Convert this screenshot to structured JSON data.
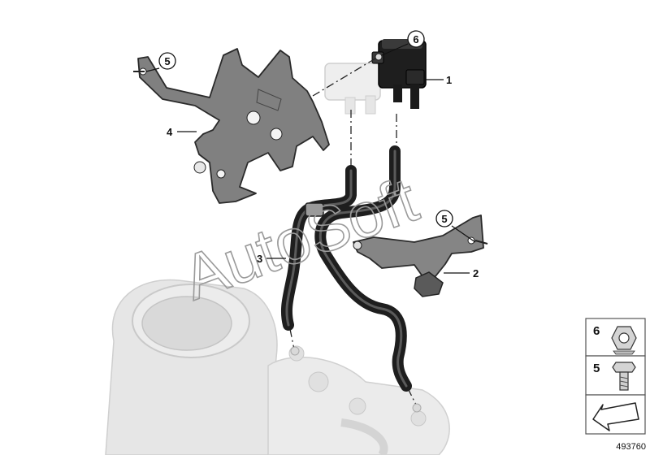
{
  "callouts": {
    "c1": "1",
    "c2": "2",
    "c3": "3",
    "c4": "4",
    "c5a": "5",
    "c5b": "5",
    "c6": "6"
  },
  "legend": [
    {
      "number": "6",
      "part": "hex-nut-icon"
    },
    {
      "number": "5",
      "part": "hex-bolt-icon"
    }
  ],
  "diagram_id": "493760",
  "watermark": "AutoSoft",
  "colors": {
    "part_dark": "#1e1e1e",
    "bracket_gray": "#7c7c7c",
    "ghost_gray": "#d8d8d8",
    "legend_border": "#555555"
  }
}
